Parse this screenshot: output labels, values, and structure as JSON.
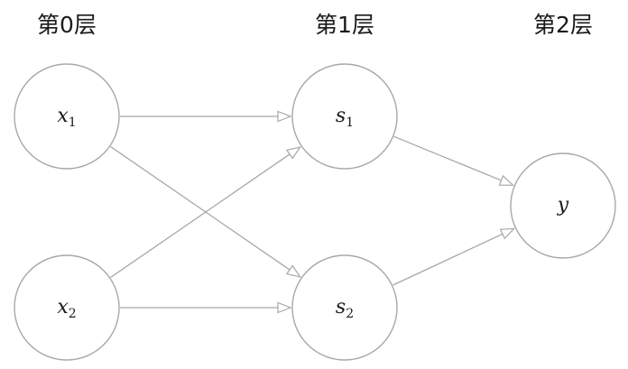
{
  "layers": [
    {
      "id": "layer-0",
      "label": "第0层"
    },
    {
      "id": "layer-1",
      "label": "第1层"
    },
    {
      "id": "layer-2",
      "label": "第2层"
    }
  ],
  "nodes": [
    {
      "id": "x1",
      "letter": "x",
      "subscript": "1"
    },
    {
      "id": "x2",
      "letter": "x",
      "subscript": "2"
    },
    {
      "id": "s1",
      "letter": "s",
      "subscript": "1"
    },
    {
      "id": "s2",
      "letter": "s",
      "subscript": "2"
    },
    {
      "id": "y",
      "letter": "y",
      "subscript": ""
    }
  ],
  "edges": [
    {
      "from": "x1",
      "to": "s1"
    },
    {
      "from": "x1",
      "to": "s2"
    },
    {
      "from": "x2",
      "to": "s1"
    },
    {
      "from": "x2",
      "to": "s2"
    },
    {
      "from": "s1",
      "to": "y"
    },
    {
      "from": "s2",
      "to": "y"
    }
  ],
  "colors": {
    "stroke": "#a8a8a8",
    "text": "#1a1a1a",
    "background": "#ffffff"
  }
}
